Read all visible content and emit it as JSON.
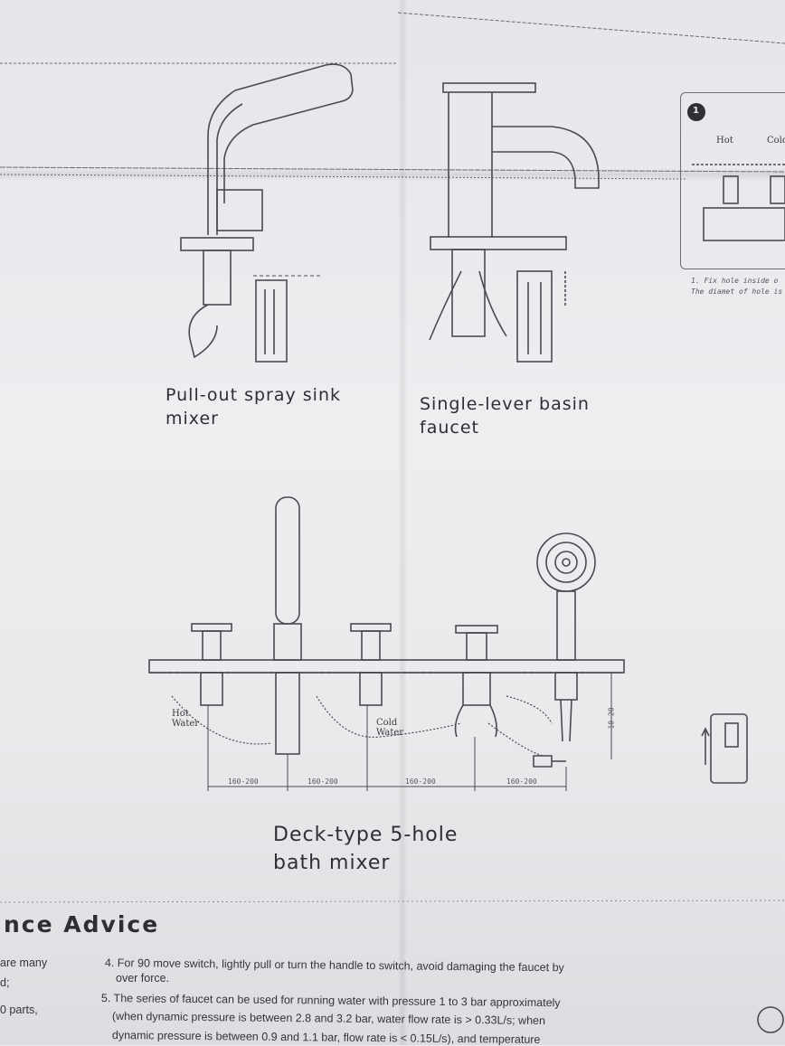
{
  "fixtures": {
    "pullout": {
      "line1": "Pull-out spray sink",
      "line2": "mixer"
    },
    "basin": {
      "line1": "Single-lever basin",
      "line2": "faucet"
    },
    "bath": {
      "line1": "Deck-type 5-hole",
      "line2": "bath mixer"
    }
  },
  "side_panel": {
    "step": "1",
    "hot": "Hot",
    "cold": "Cold",
    "note1": "1. Fix hole inside o",
    "note2": "The diamet of hole is"
  },
  "bath_labels": {
    "hot_line1": "Hot",
    "hot_line2": "Water",
    "cold_line1": "Cold",
    "cold_line2": "Water",
    "dim1": "160-200",
    "dim2": "160-200",
    "dim3": "160-200",
    "dim4": "160-200",
    "height": "10-20"
  },
  "advice": {
    "title": "nce Advice",
    "left_col": [
      "are many",
      "d;",
      "0 parts,"
    ],
    "item4_line1": "4. For 90 move switch, lightly pull or turn the handle to switch, avoid damaging the faucet by",
    "item4_line2": "over force.",
    "item5_line1": "5. The series of faucet can be used for running water with pressure 1 to 3 bar approximately",
    "item5_line2": "(when dynamic pressure is between 2.8 and 3.2 bar, water flow rate is > 0.33L/s; when",
    "item5_line3": "dynamic pressure is between 0.9 and 1.1 bar, flow rate is < 0.15L/s),  and temperature"
  }
}
